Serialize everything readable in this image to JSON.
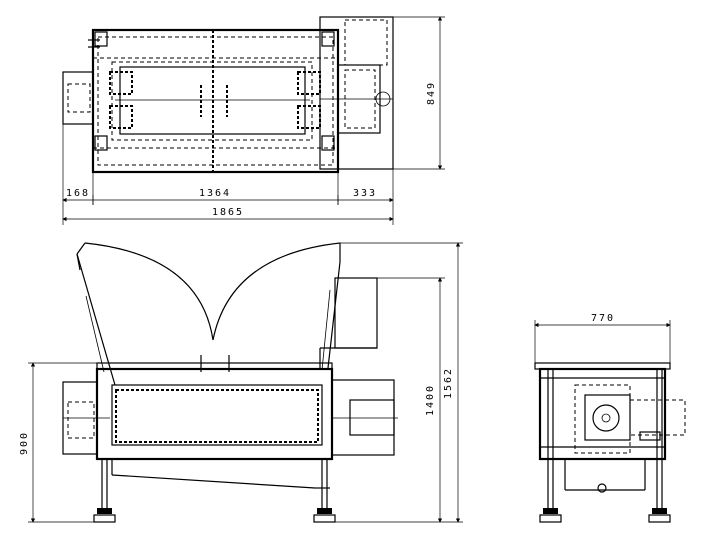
{
  "drawing": {
    "views": [
      "top-view",
      "front-view",
      "side-view"
    ],
    "dimensions": {
      "top_left_offset": "168",
      "top_body_length": "1364",
      "top_motor_length": "333",
      "top_overall_length": "1865",
      "top_depth": "849",
      "front_body_height": "900",
      "front_hopper_height": "1400",
      "front_overall_height": "1562",
      "side_width": "770"
    }
  }
}
